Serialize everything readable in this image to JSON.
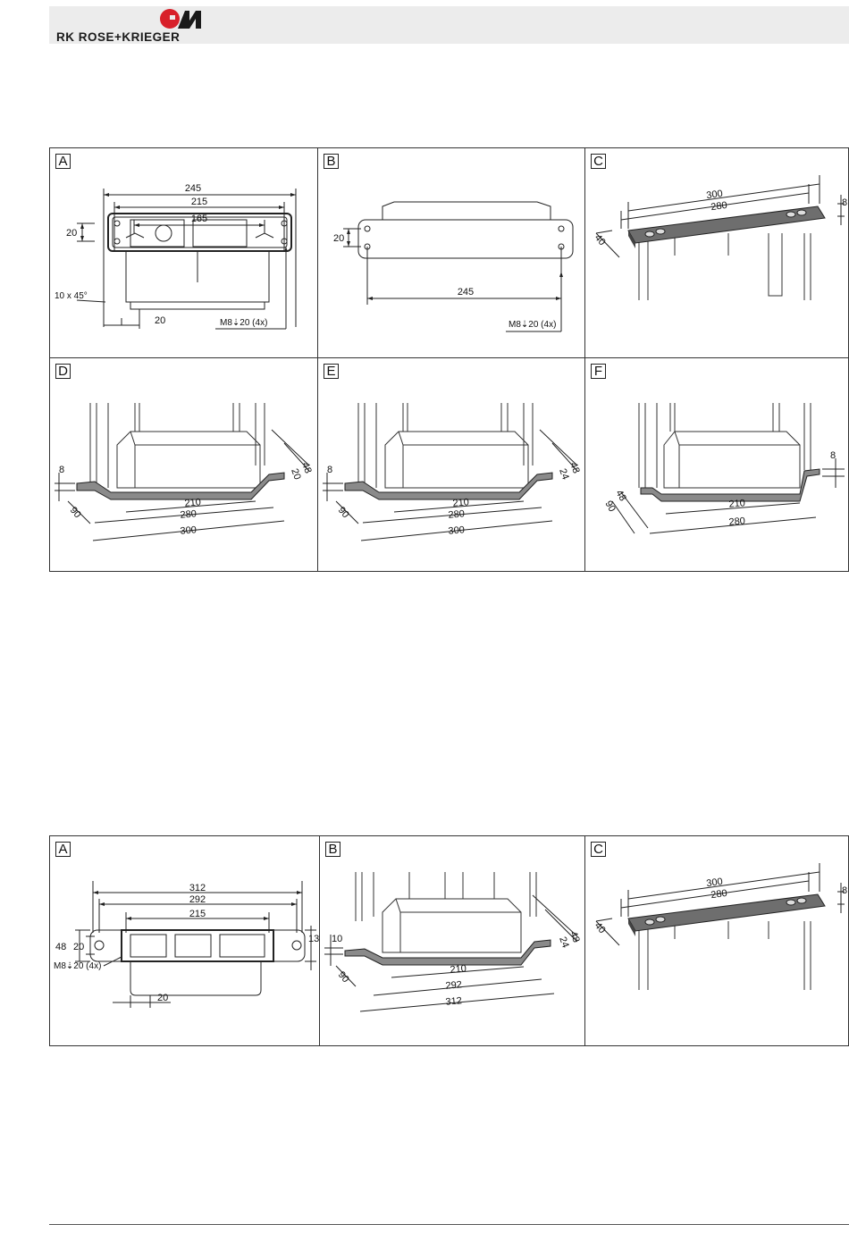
{
  "header": {
    "brand": "RK ROSE+KRIEGER",
    "logo_icon": "rose-krieger-logo-icon",
    "logo_color": "#d8202a"
  },
  "group1": {
    "A": {
      "label": "A",
      "d245": "245",
      "d215": "215",
      "d165": "165",
      "d20": "20",
      "chamfer": "10 x 45°",
      "d20b": "20",
      "screw": "M8⇣20 (4x)"
    },
    "B": {
      "label": "B",
      "d20": "20",
      "d245": "245",
      "screw": "M8⇣20 (4x)"
    },
    "C": {
      "label": "C",
      "d300": "300",
      "d280": "280",
      "d40": "40",
      "d8": "8"
    },
    "D": {
      "label": "D",
      "d8": "8",
      "d90": "90",
      "d210": "210",
      "d280": "280",
      "d300": "300",
      "d48": "48",
      "d20": "20"
    },
    "E": {
      "label": "E",
      "d8": "8",
      "d90": "90",
      "d210": "210",
      "d280": "280",
      "d300": "300",
      "d48": "48",
      "d24": "24"
    },
    "F": {
      "label": "F",
      "d8": "8",
      "d90": "90",
      "d48": "48",
      "d210": "210",
      "d280": "280"
    }
  },
  "group2": {
    "A": {
      "label": "A",
      "d312": "312",
      "d292": "292",
      "d215": "215",
      "d48": "48",
      "d20": "20",
      "d13": "13",
      "screw": "M8⇣20 (4x)",
      "d20b": "20"
    },
    "B": {
      "label": "B",
      "d10": "10",
      "d90": "90",
      "d210": "210",
      "d292": "292",
      "d312": "312",
      "d48": "48",
      "d24": "24"
    },
    "C": {
      "label": "C",
      "d300": "300",
      "d280": "280",
      "d40": "40",
      "d8": "8"
    }
  }
}
